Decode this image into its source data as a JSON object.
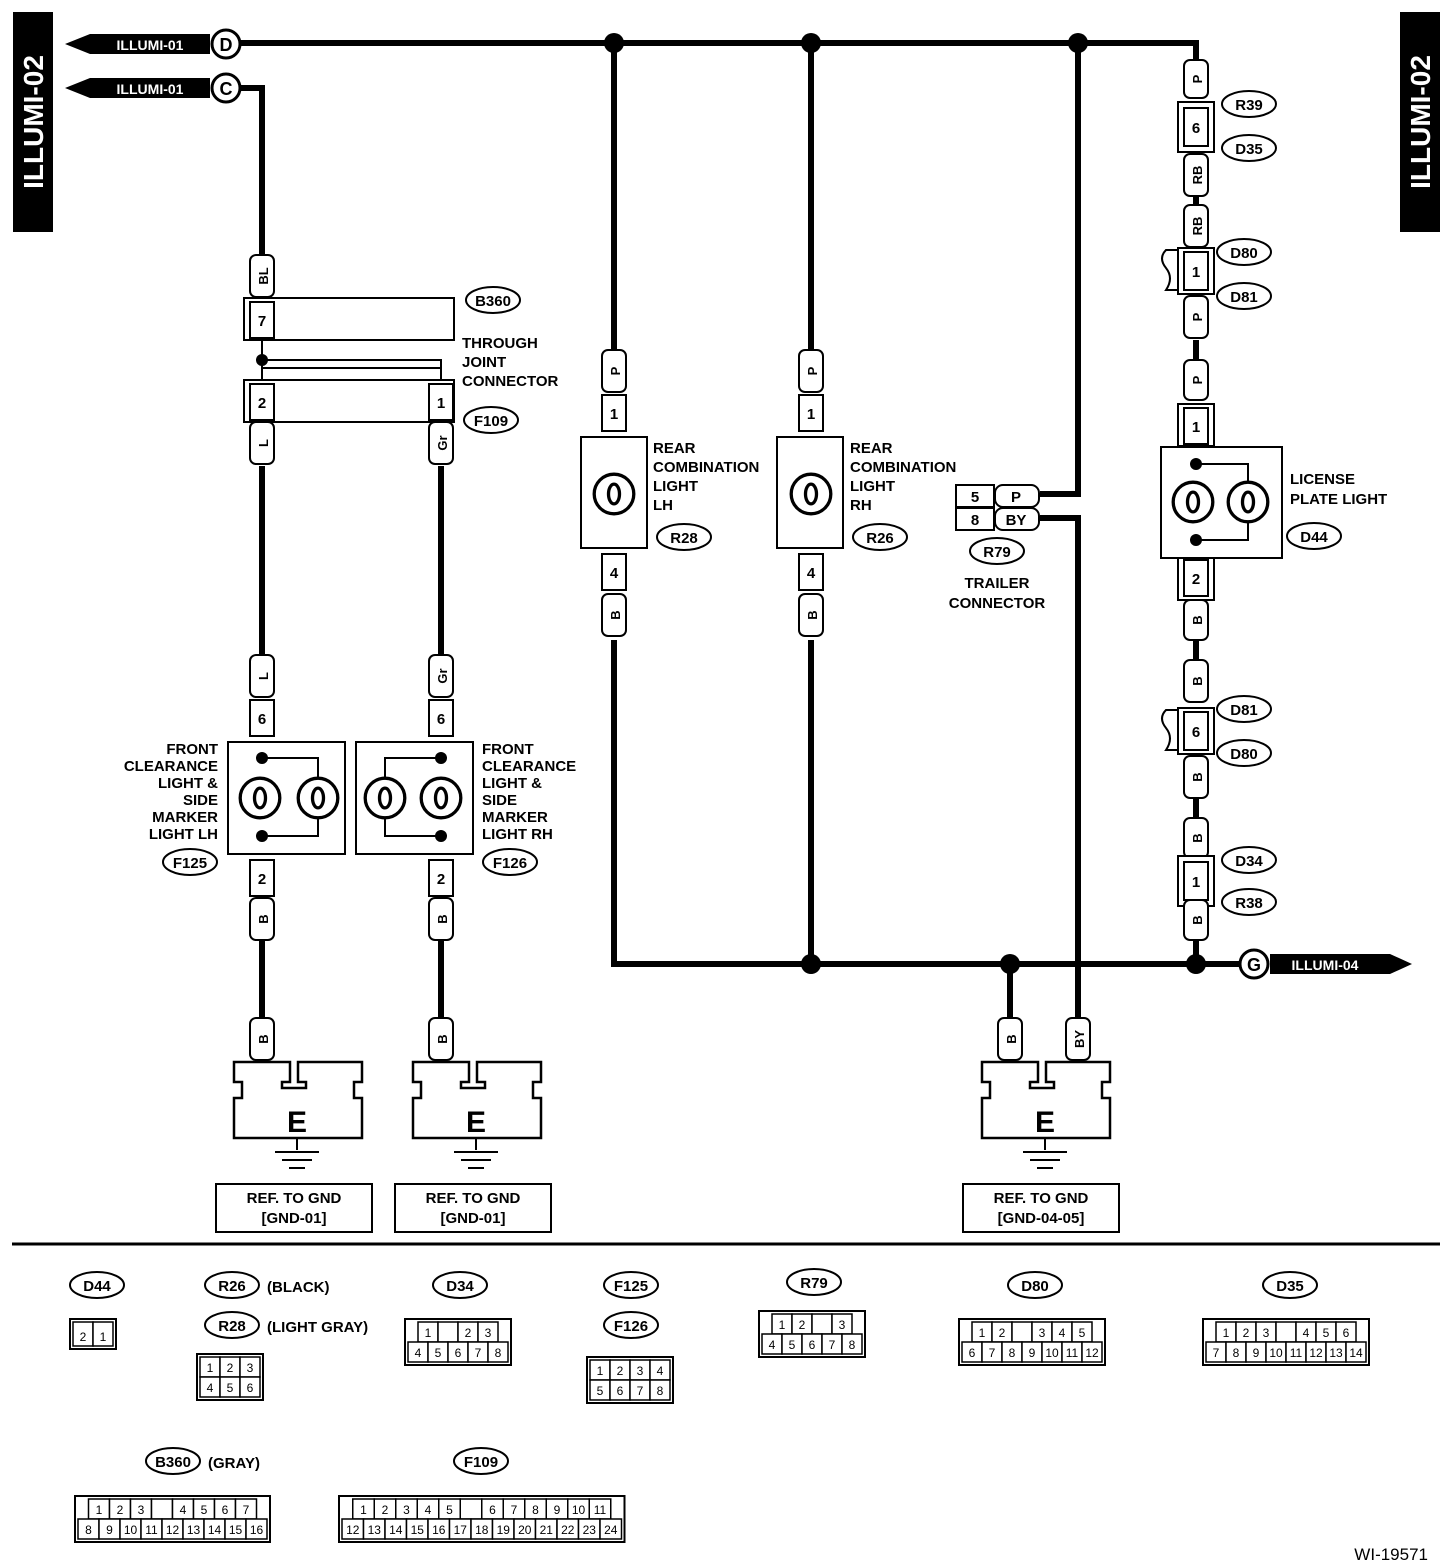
{
  "side_tabs": {
    "left": "ILLUMI-02",
    "right": "ILLUMI-02"
  },
  "off_page": {
    "d": {
      "label": "ILLUMI-01",
      "letter": "D"
    },
    "c": {
      "label": "ILLUMI-01",
      "letter": "C"
    },
    "g": {
      "label": "ILLUMI-04",
      "letter": "G"
    }
  },
  "wire_colors": {
    "bl": "BL",
    "l": "L",
    "gr": "Gr",
    "p": "P",
    "b": "B",
    "rb": "RB",
    "by": "BY"
  },
  "pins": {
    "p1": "1",
    "p2": "2",
    "p4": "4",
    "p5": "5",
    "p6": "6",
    "p7": "7",
    "p8": "8"
  },
  "connectors": {
    "b360": "B360",
    "f109": "F109",
    "r28": "R28",
    "r26": "R26",
    "r79": "R79",
    "d44": "D44",
    "r39": "R39",
    "d35": "D35",
    "d80": "D80",
    "d81": "D81",
    "d34": "D34",
    "r38": "R38",
    "f125": "F125",
    "f126": "F126"
  },
  "components": {
    "through_joint": [
      "THROUGH",
      "JOINT",
      "CONNECTOR"
    ],
    "rear_lh": [
      "REAR",
      "COMBINATION",
      "LIGHT",
      "LH"
    ],
    "rear_rh": [
      "REAR",
      "COMBINATION",
      "LIGHT",
      "RH"
    ],
    "trailer": [
      "TRAILER",
      "CONNECTOR"
    ],
    "license": [
      "LICENSE",
      "PLATE LIGHT"
    ],
    "front_lh": [
      "FRONT",
      "CLEARANCE",
      "LIGHT &",
      "SIDE",
      "MARKER",
      "LIGHT LH"
    ],
    "front_rh": [
      "FRONT",
      "CLEARANCE",
      "LIGHT &",
      "SIDE",
      "MARKER",
      "LIGHT RH"
    ]
  },
  "grounds": {
    "letter": "E",
    "ref1": [
      "REF. TO GND",
      "[GND-01]"
    ],
    "ref2": [
      "REF. TO GND",
      "[GND-01]"
    ],
    "ref3": [
      "REF. TO GND",
      "[GND-04-05]"
    ]
  },
  "legend": {
    "black": "(BLACK)",
    "light_gray": "(LIGHT GRAY)",
    "gray": "(GRAY)",
    "d44_pins": [
      [
        "2",
        "1"
      ]
    ],
    "r26_pins": [
      [
        "1",
        "2",
        "3"
      ],
      [
        "4",
        "5",
        "6"
      ]
    ],
    "d34_pins": [
      [
        "1",
        "",
        "2",
        "3"
      ],
      [
        "4",
        "5",
        "6",
        "7",
        "8"
      ]
    ],
    "f125_pins": [
      [
        "1",
        "2",
        "3",
        "4"
      ],
      [
        "5",
        "6",
        "7",
        "8"
      ]
    ],
    "r79_pins": [
      [
        "1",
        "2",
        "",
        "3"
      ],
      [
        "4",
        "5",
        "6",
        "7",
        "8"
      ]
    ],
    "d80_pins": [
      [
        "1",
        "2",
        "",
        "3",
        "4",
        "5"
      ],
      [
        "6",
        "7",
        "8",
        "9",
        "10",
        "11",
        "12"
      ]
    ],
    "d35_pins": [
      [
        "1",
        "2",
        "3",
        "",
        "4",
        "5",
        "6"
      ],
      [
        "7",
        "8",
        "9",
        "10",
        "11",
        "12",
        "13",
        "14"
      ]
    ],
    "b360_pins": [
      [
        "1",
        "2",
        "3",
        "",
        "4",
        "5",
        "6",
        "7"
      ],
      [
        "8",
        "9",
        "10",
        "11",
        "12",
        "13",
        "14",
        "15",
        "16"
      ]
    ],
    "f109_pins": [
      [
        "1",
        "2",
        "3",
        "4",
        "5",
        "",
        "6",
        "7",
        "8",
        "9",
        "10",
        "11"
      ],
      [
        "12",
        "13",
        "14",
        "15",
        "16",
        "17",
        "18",
        "19",
        "20",
        "21",
        "22",
        "23",
        "24"
      ]
    ]
  },
  "doc_id": "WI-19571"
}
